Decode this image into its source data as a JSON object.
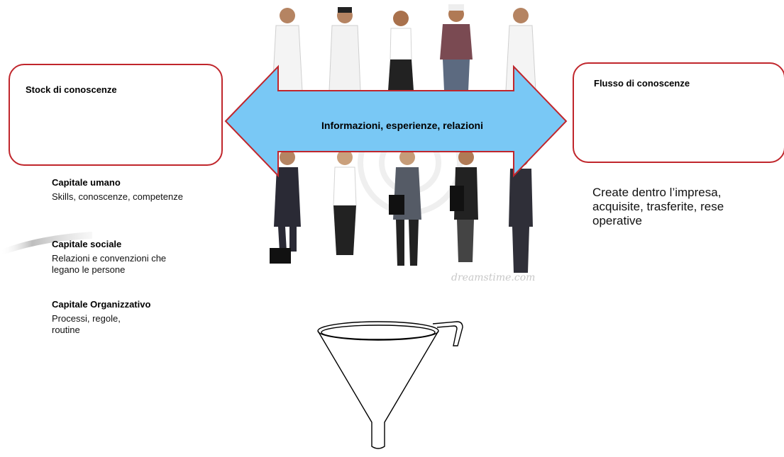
{
  "left_box": {
    "title": "Stock di conoscenze"
  },
  "right_box": {
    "title": "Flusso di conoscenze"
  },
  "arrow": {
    "label": "Informazioni, esperienze, relazioni",
    "fill": "#79c8f5",
    "stroke": "#c0262c"
  },
  "capitals": [
    {
      "title": "Capitale umano",
      "desc": "Skills, conoscenze, competenze"
    },
    {
      "title": "Capitale sociale",
      "desc": "Relazioni e convenzioni che legano le persone"
    },
    {
      "title": "Capitale Organizzativo",
      "desc": "Processi, regole, routine"
    }
  ],
  "right_text": "Create dentro l’impresa, acquisite, trasferite, rese operative",
  "watermark": "dreamstime.com",
  "colors": {
    "box_border": "#c0262c",
    "arrow_fill": "#79c8f5"
  }
}
